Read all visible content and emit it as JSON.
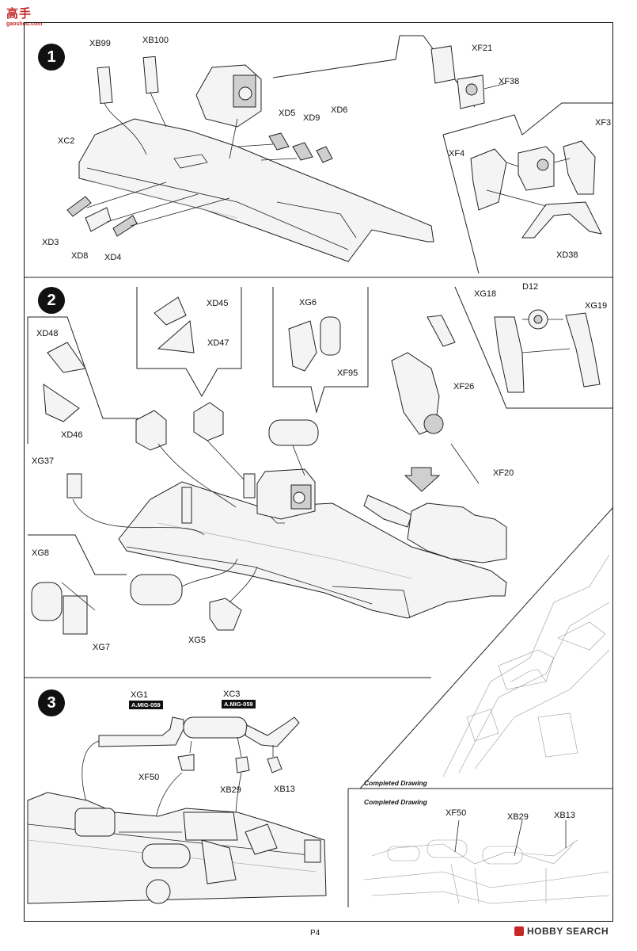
{
  "watermark": {
    "text": "高手",
    "sub": "gaoshou.com"
  },
  "page_number": "P4",
  "footer_brand": "HOBBY SEARCH",
  "steps": [
    {
      "number": "1",
      "labels": [
        "XB99",
        "XB100",
        "XC2",
        "XD5",
        "XD9",
        "XD6",
        "XD3",
        "XD8",
        "XD4",
        "XF21",
        "XF38",
        "XF4",
        "XF3",
        "XD38"
      ]
    },
    {
      "number": "2",
      "labels": [
        "XD45",
        "XD47",
        "XG6",
        "XF95",
        "XD48",
        "XD46",
        "XG18",
        "D12",
        "XG19",
        "XF26",
        "XF20",
        "XG37",
        "XG8",
        "XG7",
        "XG5"
      ]
    },
    {
      "number": "3",
      "labels": [
        "XG1",
        "XC3",
        "XF50",
        "XB29",
        "XB13"
      ],
      "paint_tags": [
        "A.MIG-059",
        "A.MIG-059"
      ]
    }
  ],
  "completed": {
    "caption_1": "Completed Drawing",
    "caption_2": "Completed Drawing",
    "labels": [
      "XF50",
      "XB29",
      "XB13"
    ]
  }
}
